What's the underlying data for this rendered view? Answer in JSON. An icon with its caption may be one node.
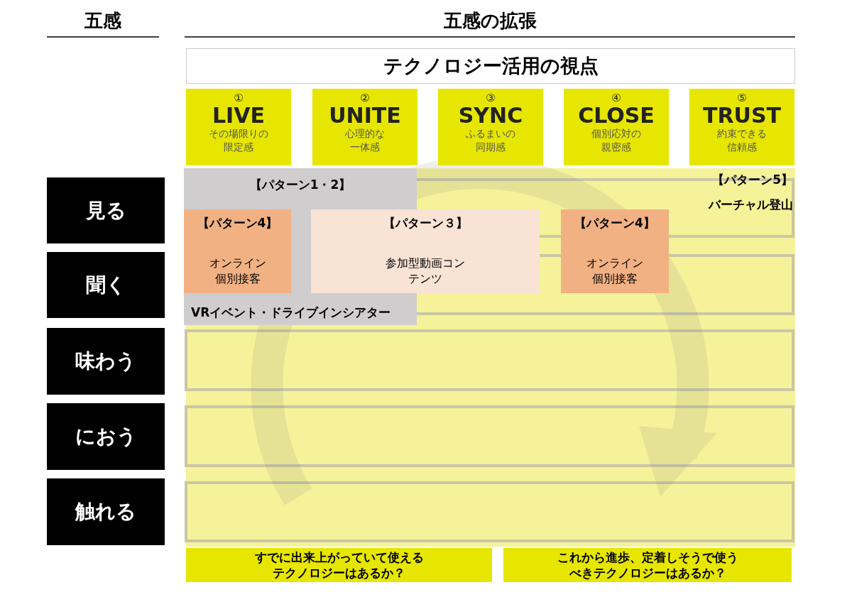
{
  "diagram": {
    "nodes": [
      {
        "text": [
          "テクノロジー活用の視点"
        ]
      },
      {
        "text": [
          "①",
          "LIVE",
          "その場限りの限定感"
        ]
      },
      {
        "text": [
          "②",
          "UNITE",
          "心理的な一体感"
        ]
      },
      {
        "text": [
          "③",
          "SYNC",
          "ふるまいの同期感"
        ]
      },
      {
        "text": [
          "④",
          "CLOSE",
          "個別応対の親密感"
        ]
      },
      {
        "text": [
          "⑤",
          "TRUST",
          "約束できる信頼感"
        ]
      },
      {
        "text": [
          "見る"
        ]
      },
      {
        "text": [
          "聞く"
        ]
      },
      {
        "text": [
          "味わう"
        ]
      },
      {
        "text": [
          "におう"
        ]
      },
      {
        "text": [
          "触れる"
        ]
      },
      {
        "text": [
          "【パターン1・2】",
          "VRイベント・ドライブインシアター"
        ]
      },
      {
        "text": [
          "【パターン5】",
          "バーチャル登山"
        ]
      },
      {
        "text": [
          "【パターン4】",
          "オンライン個別接客"
        ],
        "in": 11
      },
      {
        "text": [
          "【パターン３】",
          "参加型動画コンテンツ"
        ]
      },
      {
        "text": [
          "【パターン4】",
          "オンライン個別接客"
        ]
      },
      {
        "text": [
          "すでに出来上がっていて使えるテクノロジーはあるか？"
        ]
      },
      {
        "text": [
          "これから進歩、定着しそうで使うべきテクノロジーはあるか？"
        ]
      }
    ],
    "edges": [],
    "labels": [
      "五感",
      "五感の拡張"
    ]
  }
}
